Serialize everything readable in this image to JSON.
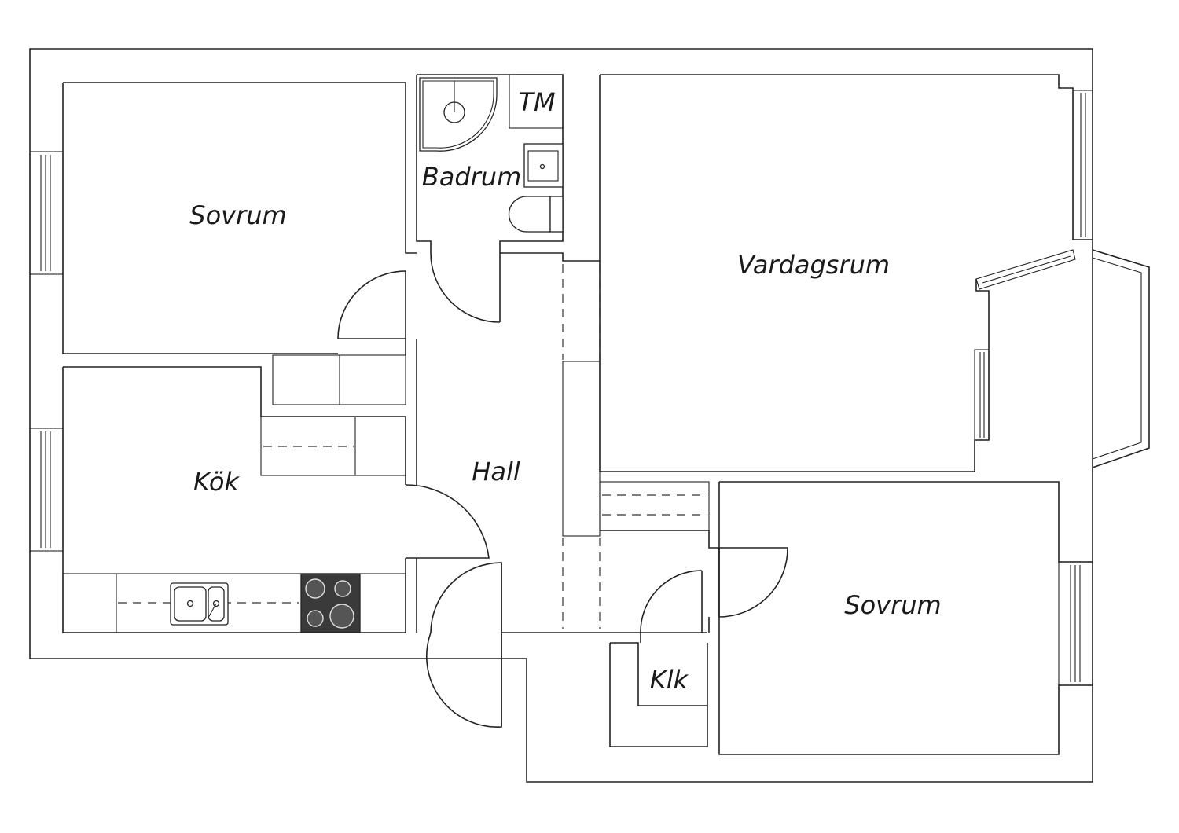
{
  "rooms": {
    "bedroom_1": "Sovrum",
    "bathroom": "Badrum",
    "laundry": "TM",
    "living_room": "Vardagsrum",
    "kitchen": "Kök",
    "hall": "Hall",
    "bedroom_2": "Sovrum",
    "closet": "Klk"
  },
  "colors": {
    "line": "#222222",
    "background": "#ffffff",
    "stove": "#3a3a3a"
  }
}
